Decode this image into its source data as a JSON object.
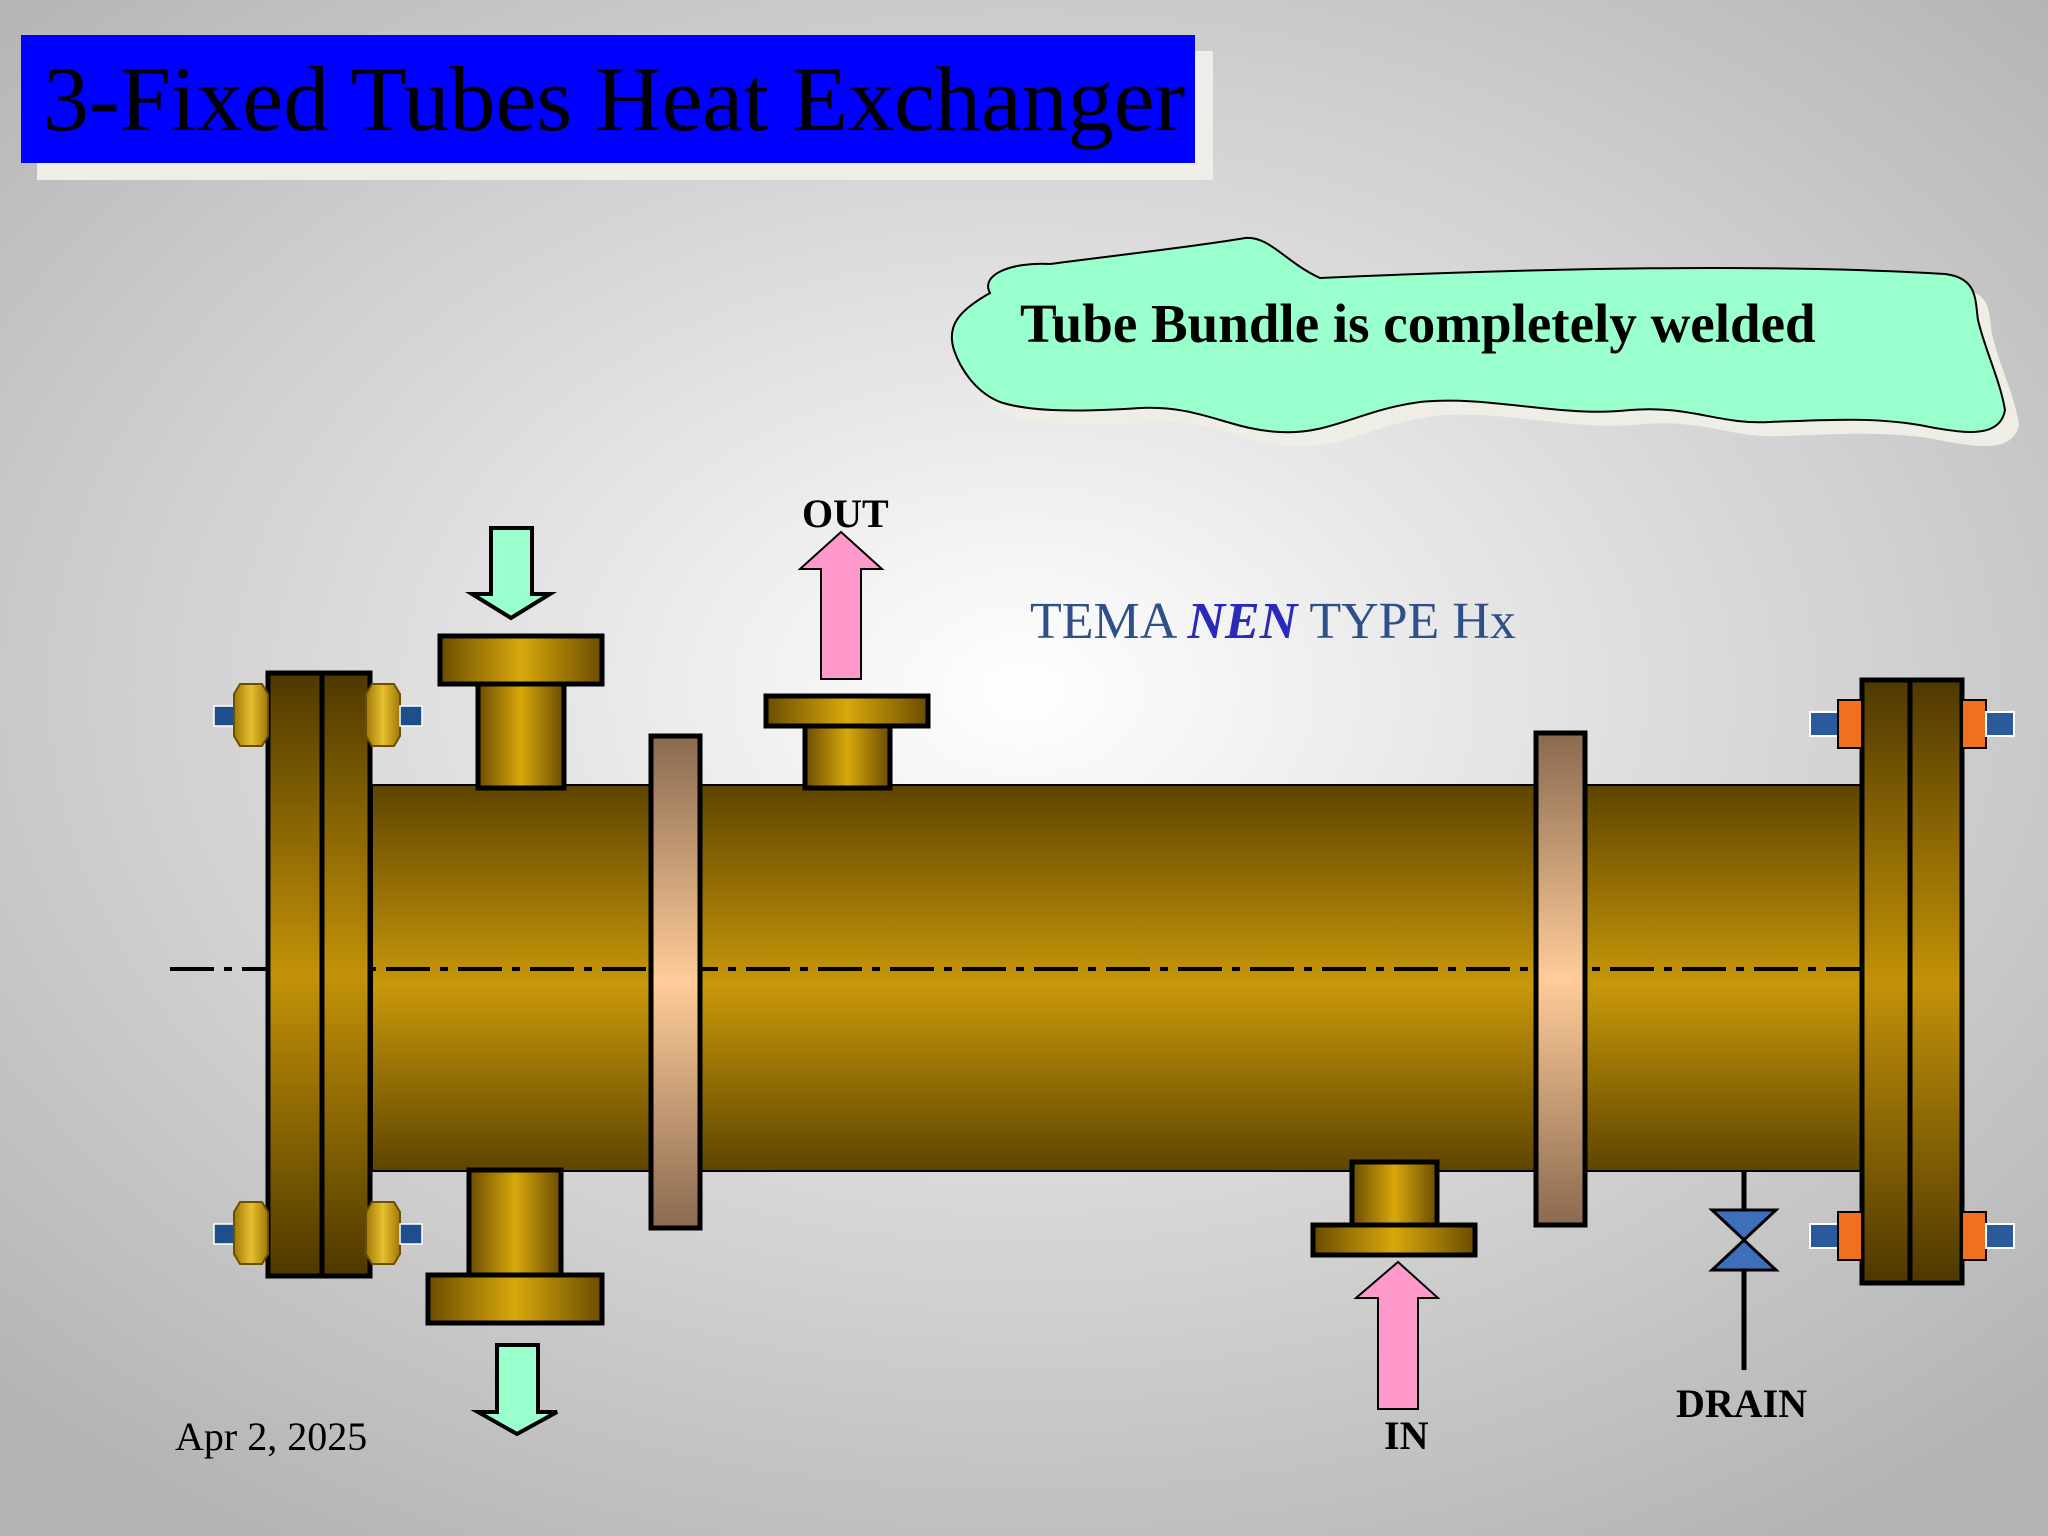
{
  "slide": {
    "title": "3-Fixed Tubes Heat Exchanger",
    "callout": "Tube Bundle is completely welded",
    "tema_prefix": "TEMA",
    "tema_type": "NEN",
    "tema_suffix": "TYPE Hx",
    "date": "Apr 2, 2025"
  },
  "labels": {
    "out": "OUT",
    "in": "IN",
    "drain": "DRAIN"
  },
  "colors": {
    "title_bg": "#0000ff",
    "callout_fill": "#99ffcc",
    "shell_light": "#c8980a",
    "shell_dark": "#5e4400",
    "tube_sheet_light": "#ffcc99",
    "tube_sheet_dark": "#8a6a50",
    "arrow_green": "#99ffcc",
    "arrow_pink": "#ff99cc",
    "bolt_orange": "#f07020",
    "valve_blue": "#3f6fb8"
  }
}
